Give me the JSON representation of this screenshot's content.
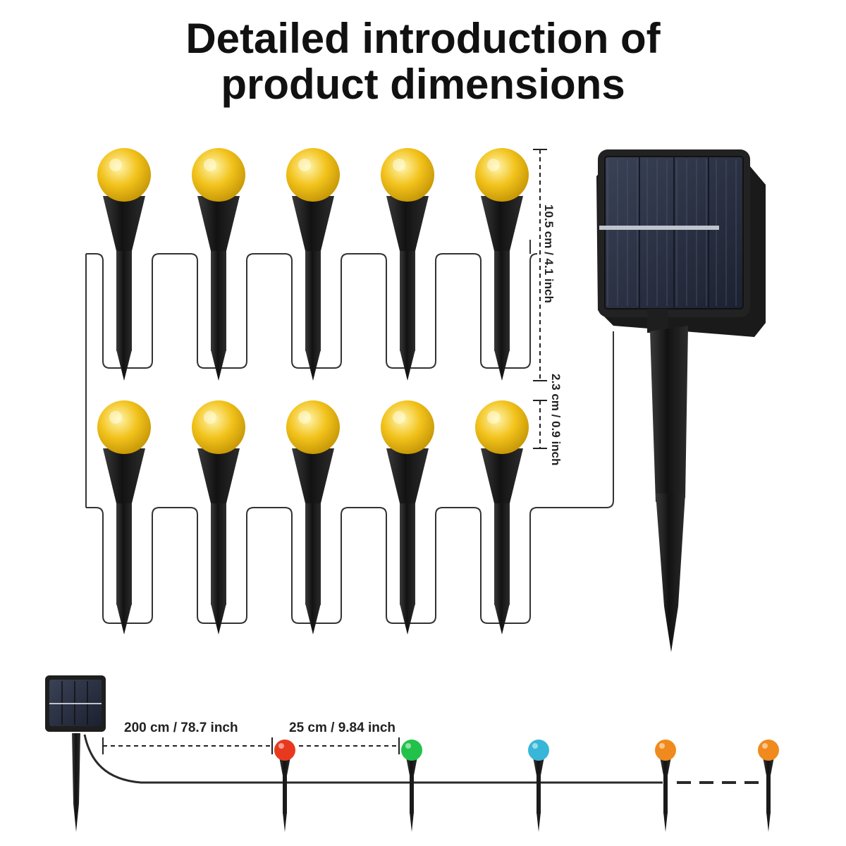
{
  "title_line1": "Detailed introduction of",
  "title_line2": "product dimensions",
  "dimensions": {
    "stake_height": "10.5 cm / 4.1 inch",
    "bulb_diameter": "2.3 cm / 0.9 inch",
    "lead_cable": "200 cm / 78.7 inch",
    "bulb_spacing": "25 cm / 9.84 inch"
  },
  "colors": {
    "warm_bulb": "#f2c21b",
    "bulb_red": "#e8391f",
    "bulb_green": "#22c24a",
    "bulb_cyan": "#38b6d8",
    "bulb_orange": "#f08a1c",
    "stake": "#1b1b1b",
    "solar_panel": "#2a2f3d"
  },
  "demo_bulb_colors": [
    "bulb_red",
    "bulb_green",
    "bulb_cyan",
    "bulb_orange",
    "bulb_orange"
  ]
}
